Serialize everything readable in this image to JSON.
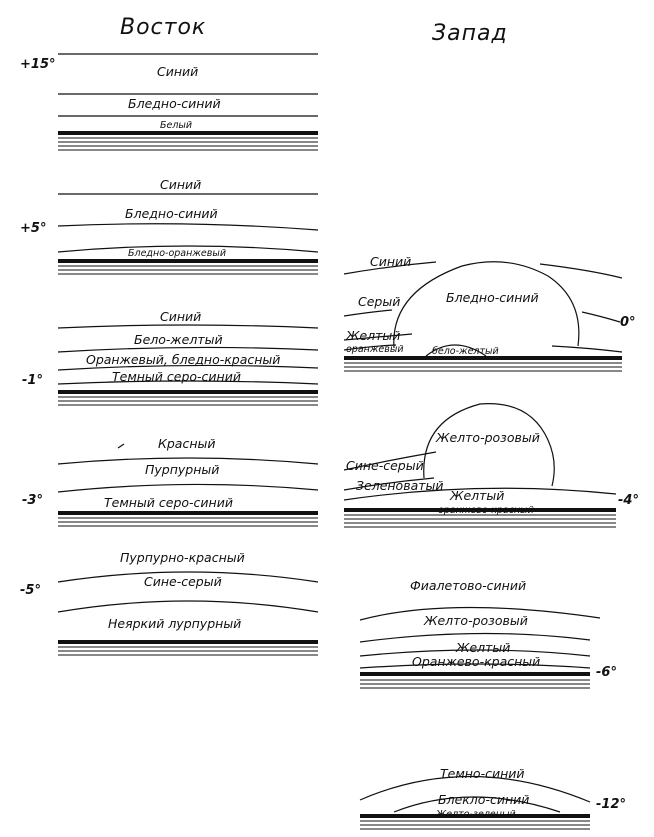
{
  "headers": {
    "east": "Восток",
    "west": "Запад"
  },
  "east_panels": [
    {
      "altitude": "+15°",
      "layers": [
        "Синий",
        "Бледно-синий",
        "Белый"
      ]
    },
    {
      "altitude": "+5°",
      "layers": [
        "Синий",
        "Бледно-синий",
        "Бледно-оранжевый"
      ]
    },
    {
      "altitude": "-1°",
      "layers": [
        "Синий",
        "Бело-желтый",
        "Оранжевый, бледно-красный",
        "Темный серо-синий"
      ]
    },
    {
      "altitude": "-3°",
      "layers": [
        "Красный",
        "Пурпурный",
        "Темный серо-синий"
      ]
    },
    {
      "altitude": "-5°",
      "layers": [
        "Пурпурно-красный",
        "Сине-серый",
        "Неяркий лурпурный"
      ]
    }
  ],
  "west_panels": [
    {
      "altitude": "0°",
      "layers": [
        "Синий",
        "Серый",
        "Бледно-синий",
        "Желтый",
        "оранжевый",
        "бело-желтый"
      ]
    },
    {
      "altitude": "-4°",
      "layers": [
        "Желто-розовый",
        "Сине-серый",
        "Зеленоватый",
        "Желтый",
        "оранжево-красный"
      ]
    },
    {
      "altitude": "-6°",
      "layers": [
        "Фиалетово-синий",
        "Желто-розовый",
        "Желтый",
        "Оранжево-красный"
      ]
    },
    {
      "altitude": "-12°",
      "layers": [
        "Темно-синий",
        "Блекло-синий",
        "Желто-зеленый"
      ]
    }
  ]
}
